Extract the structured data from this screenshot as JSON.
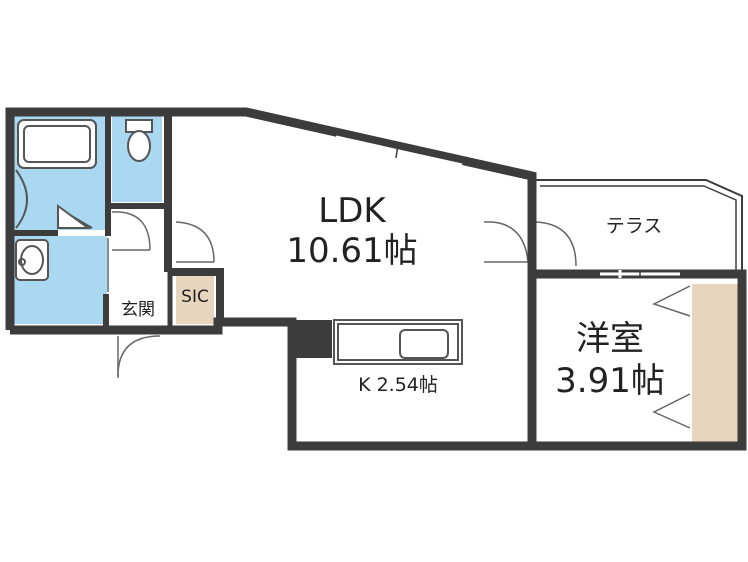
{
  "rooms": {
    "ldk": {
      "name": "LDK",
      "size": "10.61帖"
    },
    "kitchen": {
      "label": "K 2.54帖"
    },
    "western_room": {
      "name": "洋室",
      "size": "3.91帖"
    },
    "terrace": {
      "label": "テラス"
    },
    "entrance": {
      "label": "玄関"
    },
    "sic": {
      "label": "SIC"
    }
  },
  "colors": {
    "wall": "#3c3c3c",
    "wet_area": "#aad8f0",
    "storage": "#e8d5bd",
    "fixture_line": "#555555"
  }
}
